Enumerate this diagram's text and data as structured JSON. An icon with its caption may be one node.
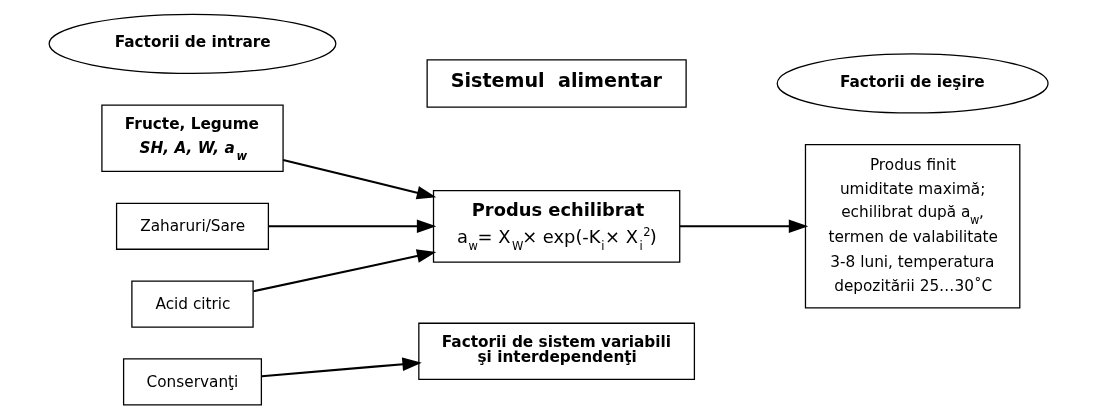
{
  "diagram": {
    "nodes": [
      {
        "text": [
          "Factorii de intrare"
        ]
      },
      {
        "text": [
          "Sistemul  alimentar"
        ]
      },
      {
        "text": [
          "Factorii de ieşire"
        ]
      },
      {
        "text": [
          "Fructe, Legume",
          "SH, A, W, a$_{w}$"
        ]
      },
      {
        "text": [
          "Zaharuri/Sare"
        ]
      },
      {
        "text": [
          "Acid citric"
        ]
      },
      {
        "text": [
          "Conservanţi"
        ]
      },
      {
        "text": [
          "Produs echilibrat",
          "a$_{w}$= X$_{W}$× exp(-K$_{i}$× X$_{i}$$^{2}$)"
        ]
      },
      {
        "text": [
          "Factorii de sistem variabili şi interdependenţi"
        ]
      },
      {
        "text": [
          "Produs finit",
          "umiditate maximă; echilibrat după a$_{w}$, termen de valabilitate 3-8 luni, temperatura depozitării 25…30˚C"
        ]
      }
    ],
    "edges": [
      {
        "from": 3,
        "to": 7,
        "arrow": "to"
      },
      {
        "from": 4,
        "to": 7,
        "arrow": "to"
      },
      {
        "from": 5,
        "to": 7,
        "arrow": "to"
      },
      {
        "from": 6,
        "to": 8,
        "arrow": "to"
      },
      {
        "from": 7,
        "to": 9,
        "arrow": "to"
      }
    ]
  }
}
